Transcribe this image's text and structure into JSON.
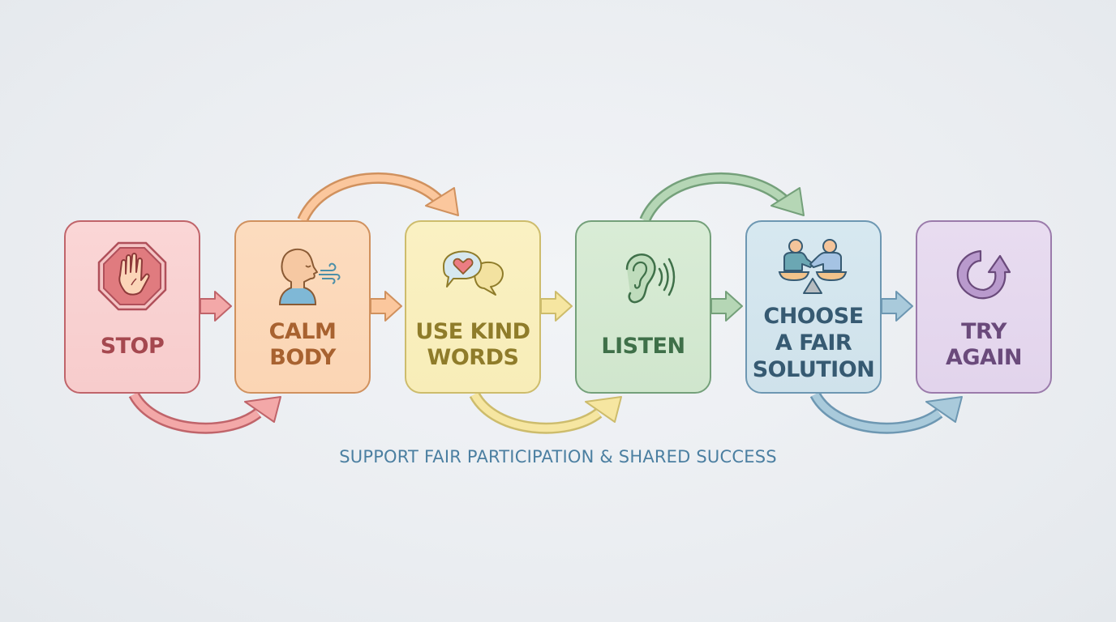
{
  "diagram": {
    "type": "process-flow",
    "steps": [
      {
        "label_line1": "STOP",
        "label_line2": "",
        "icon": "stop-hand-icon",
        "fill": "#f9d4d4",
        "border": "#c0646a",
        "text": "#a5484f"
      },
      {
        "label_line1": "CALM",
        "label_line2": "BODY",
        "icon": "breathing-person-icon",
        "fill": "#fbdcc0",
        "border": "#d0915e",
        "text": "#a86230"
      },
      {
        "label_line1": "USE KIND",
        "label_line2": "WORDS",
        "icon": "speech-bubbles-heart-icon",
        "fill": "#f9f0c0",
        "border": "#cdbc6c",
        "text": "#8f7c2a"
      },
      {
        "label_line1": "LISTEN",
        "label_line2": "",
        "icon": "ear-icon",
        "fill": "#d5e9d2",
        "border": "#74a07a",
        "text": "#3f7049"
      },
      {
        "label_line1": "CHOOSE",
        "label_line2": "A FAIR",
        "label_line3": "SOLUTION",
        "icon": "handshake-balance-icon",
        "fill": "#d4e6ee",
        "border": "#6d97b2",
        "text": "#365a72"
      },
      {
        "label_line1": "TRY",
        "label_line2": "AGAIN",
        "icon": "retry-arrow-icon",
        "fill": "#e5d9ee",
        "border": "#9b7bab",
        "text": "#6a4a7b"
      }
    ],
    "footer": "SUPPORT FAIR PARTICIPATION & SHARED SUCCESS"
  }
}
